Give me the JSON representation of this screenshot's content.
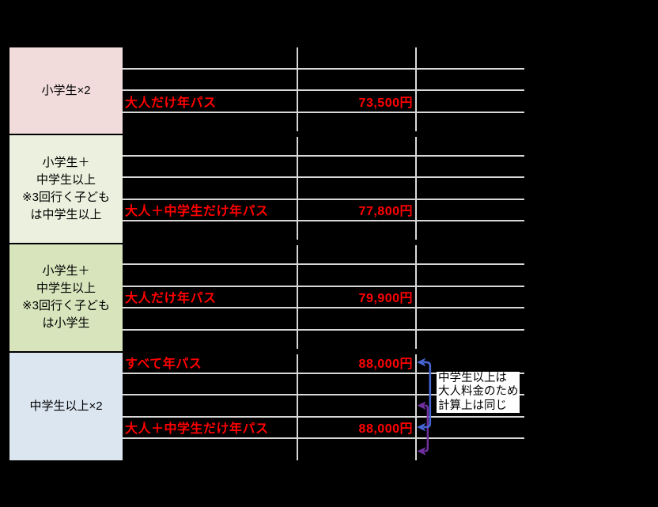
{
  "table": {
    "groups": [
      {
        "lines": [
          "小学生×2"
        ]
      },
      {
        "lines": [
          "小学生＋",
          "中学生以上",
          "※3回行く子ども",
          "は中学生以上"
        ]
      },
      {
        "lines": [
          "小学生＋",
          "中学生以上",
          "※3回行く子ども",
          "は小学生"
        ]
      },
      {
        "lines": [
          "中学生以上×2"
        ]
      }
    ],
    "highlights": [
      {
        "plan": "大人だけ年パス",
        "price": "73,500円"
      },
      {
        "plan": "大人＋中学生だけ年パス",
        "price": "77,800円"
      },
      {
        "plan": "大人だけ年パス",
        "price": "79,900円"
      },
      {
        "plan": "すべて年パス",
        "price": "88,000円"
      },
      {
        "plan": "大人＋中学生だけ年パス",
        "price": "88,000円"
      }
    ]
  },
  "annotation": {
    "lines": [
      "中学生以上は",
      "大人料金のため",
      "計算上は同じ"
    ]
  },
  "colors": {
    "background": "#000000",
    "grid": "#d8d8d8",
    "highlight_text": "#ff0000",
    "group_fills": [
      "#f2dcdb",
      "#ebf1de",
      "#d8e4bc",
      "#dce6f1"
    ],
    "group_text": "#000000",
    "annotation_bg": "#ffffff",
    "annotation_text": "#000000",
    "arrow_blue": "#4665d2",
    "arrow_purple": "#7030a0"
  }
}
